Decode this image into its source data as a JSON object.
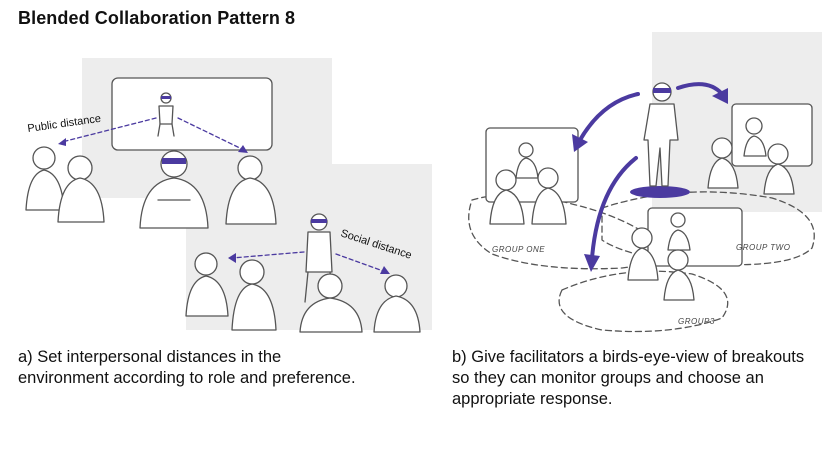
{
  "title": "Blended Collaboration Pattern 8",
  "panel_a": {
    "public_distance_label": "Public distance",
    "social_distance_label": "Social distance",
    "caption": "a) Set interpersonal distances in the environment according to role and preference."
  },
  "panel_b": {
    "group_one_label": "GROUP ONE",
    "group_two_label": "GROUP TWO",
    "group_three_label": "GROUP3",
    "caption": "b) Give facilitators a birds-eye-view of breakouts so they can monitor groups and choose an appropriate response."
  },
  "colors": {
    "accent": "#4b3aa0",
    "sketch": "#555555",
    "background_wash": "#ededed"
  }
}
